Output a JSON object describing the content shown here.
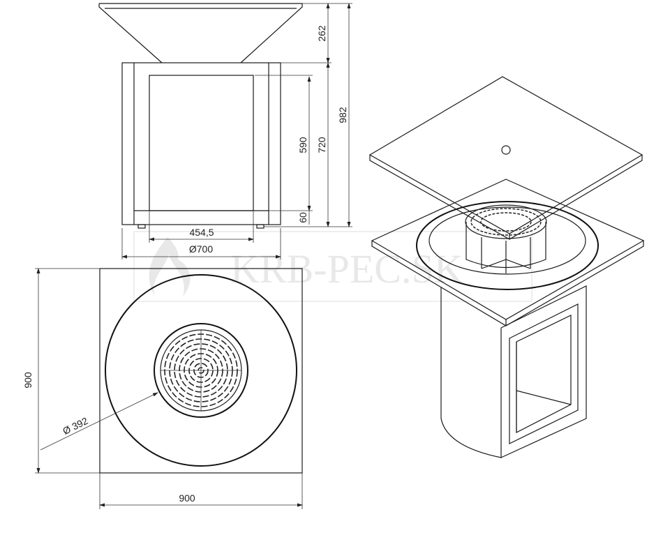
{
  "dimensions": {
    "bowl_height": "262",
    "total_height": "982",
    "body_height": "720",
    "opening_height": "590",
    "base_height": "60",
    "opening_width": "454,5",
    "body_diameter": "Ø700",
    "plate_depth": "900",
    "plate_width": "900",
    "grate_diameter": "Ø 392"
  },
  "watermark": "KRB-PEC.SK",
  "colors": {
    "line": "#1a1a1a",
    "watermark": "#e6e6e6"
  }
}
